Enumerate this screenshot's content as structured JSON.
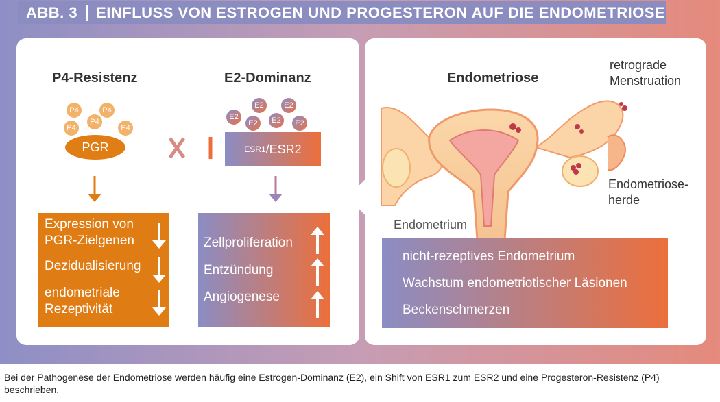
{
  "title": {
    "number": "ABB. 3",
    "text": "EINFLUSS VON ESTROGEN UND PROGESTERON AUF DIE ENDOMETRIOSE"
  },
  "left": {
    "p4_heading": "P4-Resistenz",
    "e2_heading": "E2-Dominanz",
    "p4_label": "P4",
    "e2_label": "E2",
    "pgr_label": "PGR",
    "esr_small": "ESR1",
    "esr_big": "/ESR2",
    "orange_items": [
      "Expression von\nPGR-Zielgenen",
      "Dezidualisierung",
      "endometriale\nRezeptivität"
    ],
    "grad_items": [
      "Zellproliferation",
      "Entzündung",
      "Angiogenese"
    ]
  },
  "right": {
    "heading": "Endometriose",
    "retro": "retrograde\nMenstruation",
    "herde": "Endometriose-\nherde",
    "endometrium": "Endometrium",
    "items": [
      "nicht-rezeptives Endometrium",
      "Wachstum endometriotischer Läsionen",
      "Beckenschmerzen"
    ]
  },
  "caption": "Bei der Pathogenese der Endometriose werden häufig eine Estrogen-Dominanz (E2), ein Shift von ESR1 zum ESR2 und eine Progesteron-Resistenz (P4) beschrieben.",
  "colors": {
    "orange": "#e07c14",
    "purple": "#8b8dc4",
    "red": "#ec6f3b"
  }
}
